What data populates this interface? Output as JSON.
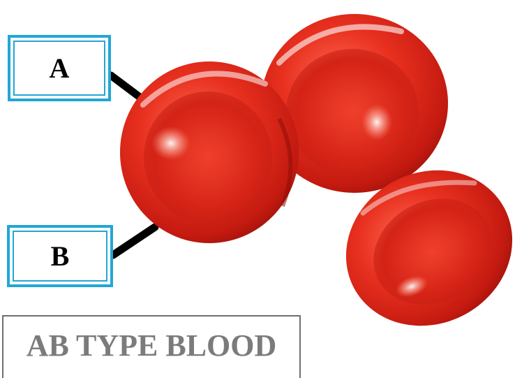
{
  "labels": {
    "a": "A",
    "b": "B"
  },
  "title": "AB TYPE BLOOD",
  "colors": {
    "label_border": "#23a6d5",
    "cell_red": "#e0281c",
    "title_text": "#7b7b7b",
    "leader_line": "#000000"
  }
}
